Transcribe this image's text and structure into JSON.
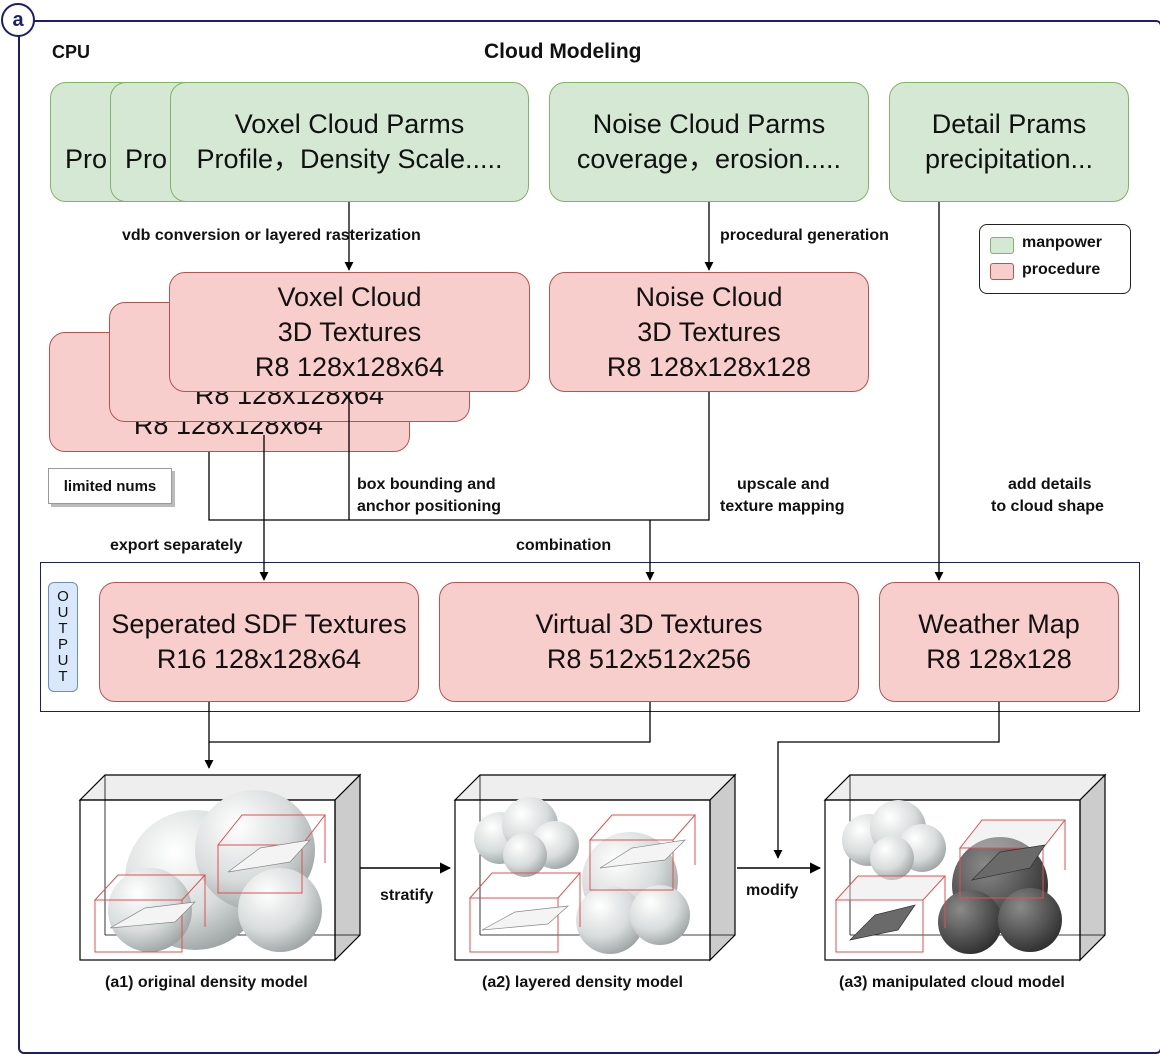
{
  "badge": "a",
  "header": {
    "cpu": "CPU",
    "title": "Cloud Modeling"
  },
  "params": {
    "voxel": {
      "line1": "Voxel Cloud Parms",
      "line2": "Profile，Density Scale....."
    },
    "voxel_back_text": "Pro",
    "noise": {
      "line1": "Noise Cloud Parms",
      "line2": "coverage，erosion....."
    },
    "detail": {
      "line1": "Detail Prams",
      "line2": "precipitation..."
    }
  },
  "legend": {
    "manpower": "manpower",
    "procedure": "procedure"
  },
  "arrows": {
    "vdb": "vdb conversion or layered rasterization",
    "procedural": "procedural generation",
    "box_bounding_1": "box bounding and",
    "box_bounding_2": "anchor positioning",
    "upscale_1": "upscale and",
    "upscale_2": "texture mapping",
    "add_details_1": "add details",
    "add_details_2": "to cloud shape",
    "export": "export separately",
    "combination": "combination",
    "stratify": "stratify",
    "modify": "modify"
  },
  "textures": {
    "voxel": {
      "line1": "Voxel Cloud",
      "line2": "3D Textures",
      "line3": "R8 128x128x64"
    },
    "noise": {
      "line1": "Noise Cloud",
      "line2": "3D Textures",
      "line3": "R8 128x128x128"
    },
    "back_text": "R8 128x128x64"
  },
  "limited": "limited nums",
  "output": {
    "tag": [
      "O",
      "U",
      "T",
      "P",
      "U",
      "T"
    ],
    "sdf": {
      "line1": "Seperated SDF Textures",
      "line2": "R16 128x128x64"
    },
    "virtual": {
      "line1": "Virtual 3D Textures",
      "line2": "R8 512x512x256"
    },
    "weather": {
      "line1": "Weather Map",
      "line2": "R8 128x128"
    }
  },
  "models": {
    "a1": "(a1) original density model",
    "a2": "(a2) layered density model",
    "a3": "(a3) manipulated cloud model"
  },
  "colors": {
    "manpower": "#d5e8d4",
    "procedure": "#f8cecc",
    "frame": "#1b1f6e",
    "output_tag": "#dae8fc"
  }
}
